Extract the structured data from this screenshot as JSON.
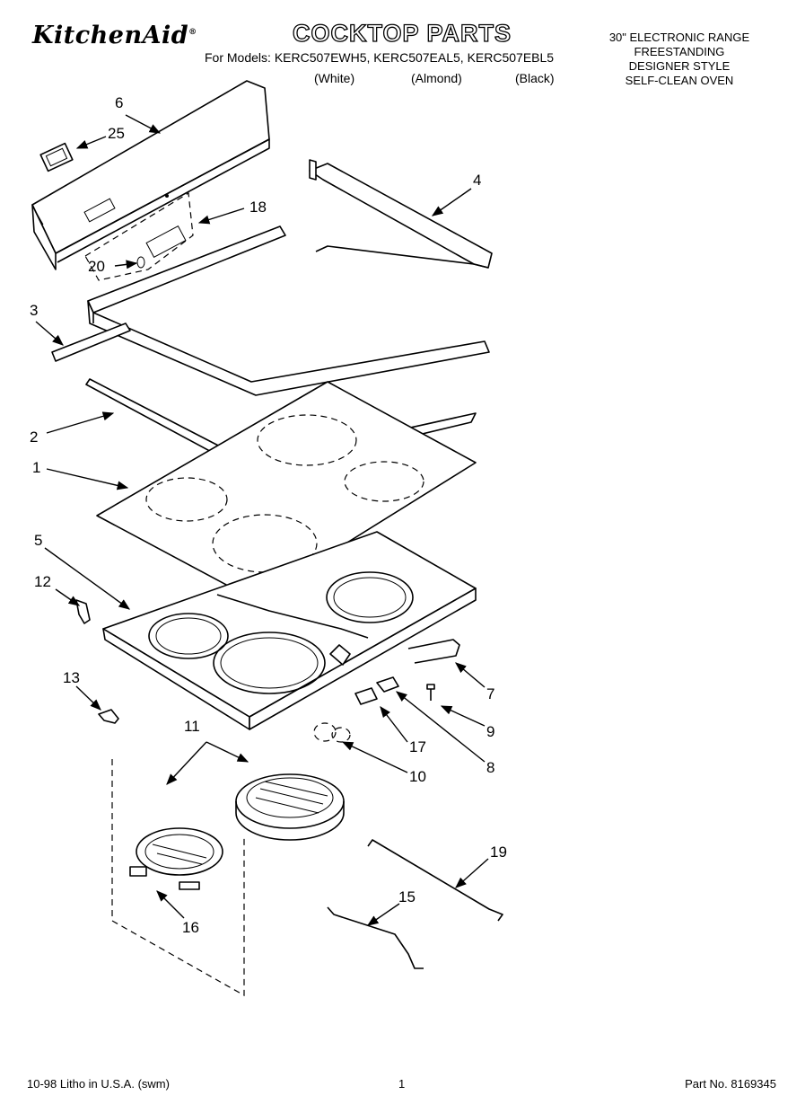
{
  "brand": "KitchenAid",
  "title": "COCKTOP PARTS",
  "models": {
    "prefix": "For Models:",
    "list": "KERC507EWH5, KERC507EAL5, KERC507EBL5",
    "colors": [
      "(White)",
      "(Almond)",
      "(Black)"
    ]
  },
  "product": {
    "line1": "30\" ELECTRONIC RANGE",
    "line2": "FREESTANDING",
    "line3": "DESIGNER STYLE",
    "line4": "SELF-CLEAN OVEN"
  },
  "parts": [
    {
      "id": "p6",
      "label": "6"
    },
    {
      "id": "p25",
      "label": "25"
    },
    {
      "id": "p18",
      "label": "18"
    },
    {
      "id": "p20",
      "label": "20"
    },
    {
      "id": "p4",
      "label": "4"
    },
    {
      "id": "p3",
      "label": "3"
    },
    {
      "id": "p2",
      "label": "2"
    },
    {
      "id": "p1",
      "label": "1"
    },
    {
      "id": "p5",
      "label": "5"
    },
    {
      "id": "p12",
      "label": "12"
    },
    {
      "id": "p13",
      "label": "13"
    },
    {
      "id": "p7",
      "label": "7"
    },
    {
      "id": "p9",
      "label": "9"
    },
    {
      "id": "p17",
      "label": "17"
    },
    {
      "id": "p8",
      "label": "8"
    },
    {
      "id": "p10",
      "label": "10"
    },
    {
      "id": "p11",
      "label": "11"
    },
    {
      "id": "p19",
      "label": "19"
    },
    {
      "id": "p15",
      "label": "15"
    },
    {
      "id": "p16",
      "label": "16"
    }
  ],
  "footer": {
    "litho": "10-98 Litho in U.S.A. (swm)",
    "page": "1",
    "part_no": "Part No. 8169345"
  }
}
